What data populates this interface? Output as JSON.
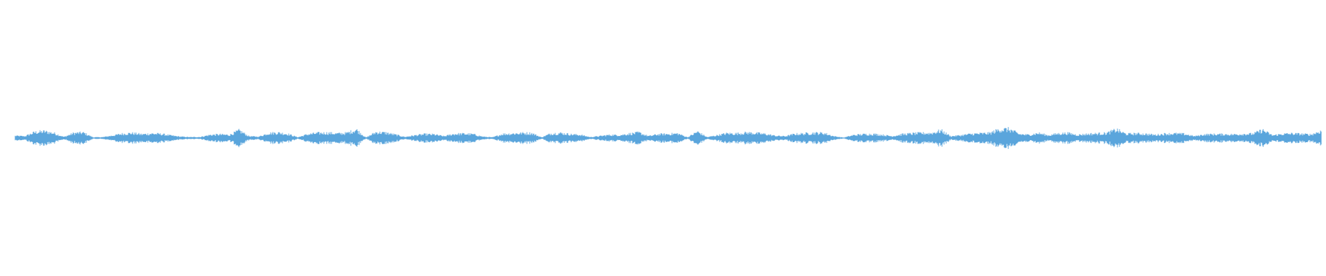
{
  "waveform": {
    "color": "#5aa5dc",
    "background": "#ffffff",
    "envelope": [
      0.25,
      0.2,
      0.65,
      0.75,
      0.55,
      0.12,
      0.55,
      0.6,
      0.08,
      0.1,
      0.28,
      0.48,
      0.55,
      0.42,
      0.5,
      0.45,
      0.28,
      0.15,
      0.1,
      0.12,
      0.35,
      0.4,
      0.35,
      0.85,
      0.2,
      0.15,
      0.55,
      0.6,
      0.45,
      0.08,
      0.42,
      0.55,
      0.58,
      0.5,
      0.55,
      0.95,
      0.05,
      0.65,
      0.6,
      0.38,
      0.12,
      0.3,
      0.42,
      0.4,
      0.2,
      0.45,
      0.48,
      0.42,
      0.15,
      0.08,
      0.45,
      0.5,
      0.55,
      0.55,
      0.08,
      0.52,
      0.55,
      0.42,
      0.35,
      0.1,
      0.22,
      0.35,
      0.32,
      0.48,
      0.6,
      0.22,
      0.42,
      0.45,
      0.5,
      0.08,
      0.72,
      0.1,
      0.3,
      0.52,
      0.5,
      0.6,
      0.55,
      0.45,
      0.25,
      0.2,
      0.45,
      0.5,
      0.58,
      0.55,
      0.2,
      0.05,
      0.32,
      0.42,
      0.45,
      0.35,
      0.2,
      0.42,
      0.5,
      0.55,
      0.55,
      0.85,
      0.2,
      0.3,
      0.45,
      0.5,
      0.55,
      0.98,
      1.0,
      0.45,
      0.35,
      0.55,
      0.3,
      0.5,
      0.55,
      0.35,
      0.45,
      0.5,
      0.55,
      0.95,
      0.45,
      0.5,
      0.45,
      0.35,
      0.48,
      0.5,
      0.45,
      0.2,
      0.4,
      0.42,
      0.42,
      0.4,
      0.45,
      0.48,
      0.9,
      0.3,
      0.45,
      0.5,
      0.45,
      0.4,
      0.8
    ]
  }
}
